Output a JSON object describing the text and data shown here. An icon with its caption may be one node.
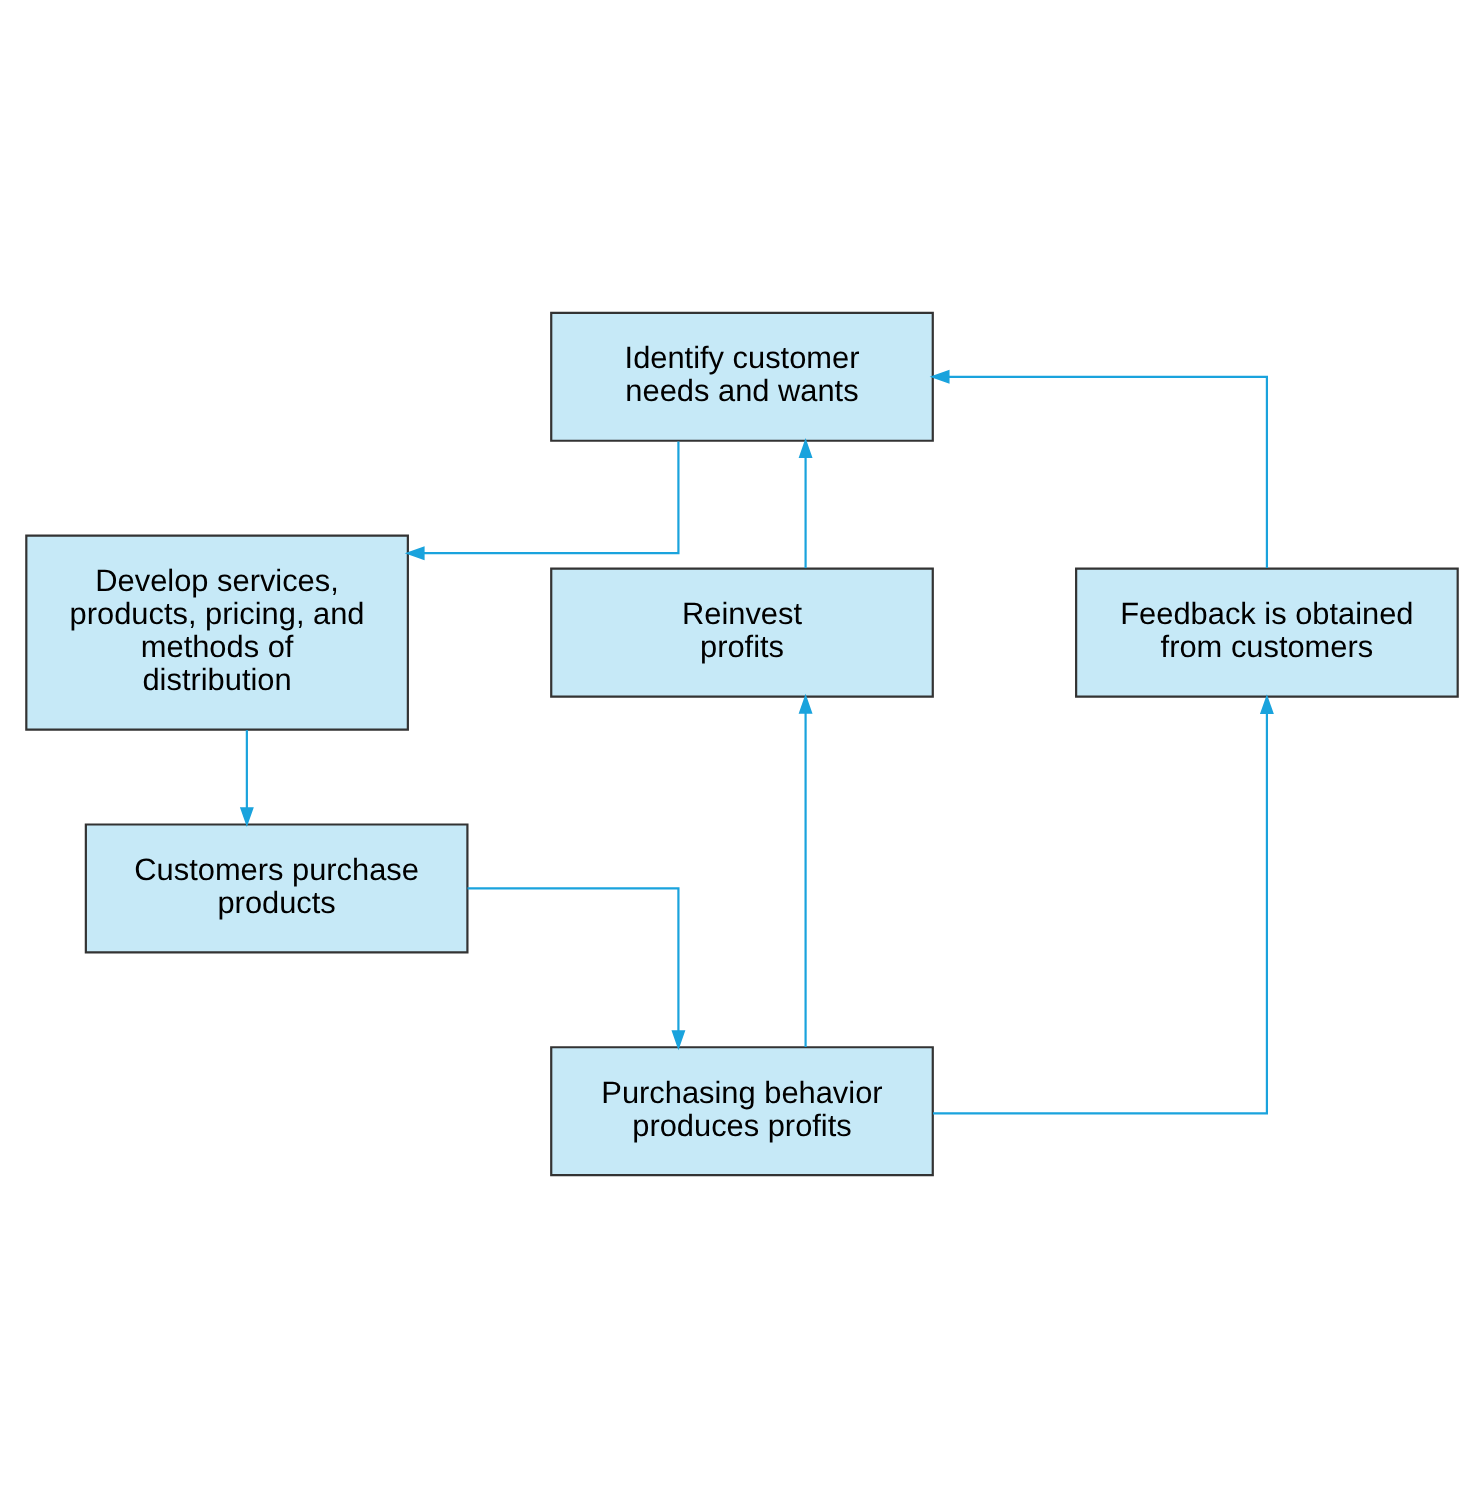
{
  "diagram": {
    "nodes": [
      {
        "text": [
          "Identify customer needs and wants"
        ]
      },
      {
        "text": [
          "Develop services, products, pricing, and methods of distribution"
        ]
      },
      {
        "text": [
          "Reinvest profits"
        ]
      },
      {
        "text": [
          "Feedback is obtained from customers"
        ]
      },
      {
        "text": [
          "Customers purchase products"
        ]
      },
      {
        "text": [
          "Purchasing behavior produces profits"
        ]
      }
    ],
    "edges": [
      {
        "from": 0,
        "to": 1,
        "arrow": "to"
      },
      {
        "from": 1,
        "to": 4,
        "arrow": "to"
      },
      {
        "from": 4,
        "to": 5,
        "arrow": "to"
      },
      {
        "from": 5,
        "to": 2,
        "arrow": "to"
      },
      {
        "from": 2,
        "to": 0,
        "arrow": "to"
      },
      {
        "from": 5,
        "to": 3,
        "arrow": "to"
      },
      {
        "from": 3,
        "to": 0,
        "arrow": "to"
      }
    ]
  }
}
